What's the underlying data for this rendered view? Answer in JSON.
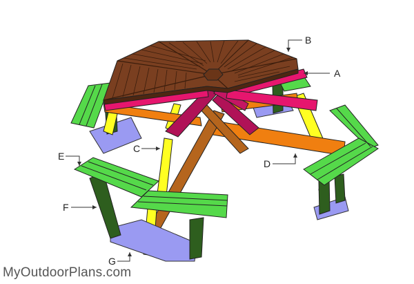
{
  "labels": {
    "a": "A",
    "b": "B",
    "c": "C",
    "d": "D",
    "e": "E",
    "f": "F",
    "g": "G"
  },
  "watermark": "MyOutdoorPlans.com",
  "colors": {
    "tabletop": "#7a3f20",
    "tabletop_dark": "#4e2712",
    "top_support": "#e6166e",
    "brace": "#b01257",
    "seat": "#55d94a",
    "seat_dark": "#2f8f2a",
    "seat_leg": "#2e5e1e",
    "seat_base": "#9a9af2",
    "leg": "#ffff22",
    "cross": "#f07f10",
    "center_beam": "#b5651d"
  }
}
